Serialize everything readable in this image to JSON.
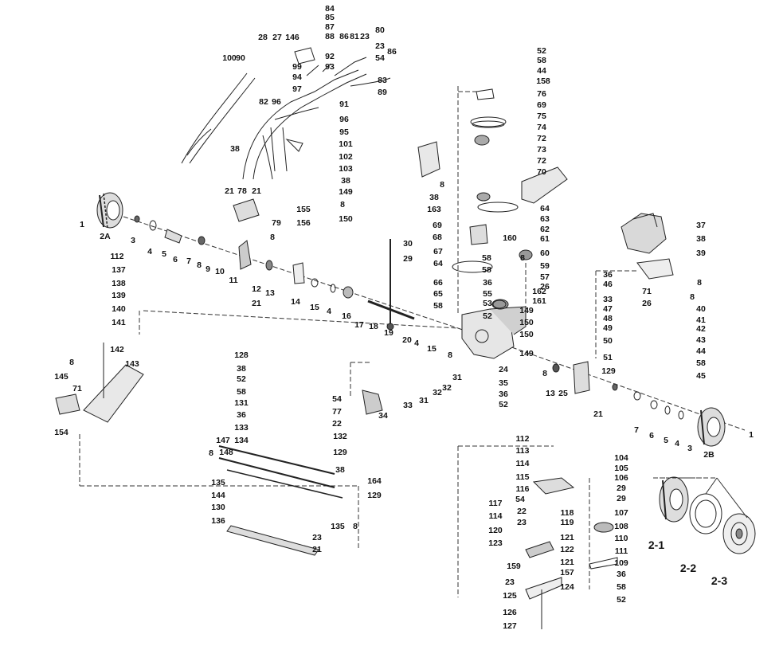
{
  "labels": {
    "l84": "84",
    "l85": "85",
    "l87": "87",
    "l88": "88",
    "l28": "28",
    "l27": "27",
    "l146": "146",
    "l86a": "86",
    "l81": "81",
    "l23a": "23",
    "l80": "80",
    "l23b": "23",
    "l54a": "54",
    "l86b": "86",
    "l100": "100",
    "l90": "90",
    "l99": "99",
    "l94": "94",
    "l97": "97",
    "l92": "92",
    "l93": "93",
    "l83": "83",
    "l89": "89",
    "l82": "82",
    "l96a": "96",
    "l91": "91",
    "l96b": "96",
    "l95": "95",
    "l101": "101",
    "l102": "102",
    "l103": "103",
    "l38a": "38",
    "l38b": "38",
    "l149a": "149",
    "l8a": "8",
    "l150a": "150",
    "l155": "155",
    "l156": "156",
    "l21a": "21",
    "l78": "78",
    "l21b": "21",
    "l52a": "52",
    "l58a": "58",
    "l44a": "44",
    "l158": "158",
    "l76": "76",
    "l69a": "69",
    "l75": "75",
    "l74": "74",
    "l72a": "72",
    "l73": "73",
    "l72b": "72",
    "l70": "70",
    "l8b": "8",
    "l38c": "38",
    "l163": "163",
    "l69b": "69",
    "l68": "68",
    "l64a": "64",
    "l63": "63",
    "l62": "62",
    "l61": "61",
    "l60": "60",
    "l160": "160",
    "l67": "67",
    "l58b": "58",
    "l64b": "64",
    "l58c": "58",
    "l8c": "8",
    "l59": "59",
    "l66": "66",
    "l36a": "36",
    "l57": "57",
    "l26a": "26",
    "l65": "65",
    "l55": "55",
    "l58d": "58",
    "l53": "53",
    "l52b": "52",
    "l162": "162",
    "l161": "161",
    "l149b": "149",
    "l150b": "150",
    "l150c": "150",
    "l149c": "149",
    "l37": "37",
    "l38d": "38",
    "l39": "39",
    "l36b": "36",
    "l46": "46",
    "l8d": "8",
    "l33a": "33",
    "l71a": "71",
    "l47": "47",
    "l26b": "26",
    "l48": "48",
    "l8e": "8",
    "l40": "40",
    "l41": "41",
    "l49": "49",
    "l50": "50",
    "l42": "42",
    "l43": "43",
    "l51": "51",
    "l44b": "44",
    "l58e": "58",
    "l45": "45",
    "l1a": "1",
    "l2A": "2A",
    "l3a": "3",
    "l4a": "4",
    "l5a": "5",
    "l6a": "6",
    "l7a": "7",
    "l8f": "8",
    "l9": "9",
    "l10": "10",
    "l11": "11",
    "l12": "12",
    "l13a": "13",
    "l21c": "21",
    "l14": "14",
    "l15a": "15",
    "l4b": "4",
    "l16": "16",
    "l17": "17",
    "l18": "18",
    "l19": "19",
    "l30": "30",
    "l29a": "29",
    "l20": "20",
    "l4c": "4",
    "l15b": "15",
    "l8g": "8",
    "l79": "79",
    "l8h": "8",
    "l112a": "112",
    "l137": "137",
    "l138": "138",
    "l139": "139",
    "l140": "140",
    "l141": "141",
    "l142": "142",
    "l143": "143",
    "l8i": "8",
    "l145": "145",
    "l71b": "71",
    "l154": "154",
    "l128": "128",
    "l38e": "38",
    "l52c": "52",
    "l58f": "58",
    "l131": "131",
    "l36c": "36",
    "l133": "133",
    "l147": "147",
    "l134": "134",
    "l8j": "8",
    "l148": "148",
    "l135a": "135",
    "l144": "144",
    "l130": "130",
    "l136": "136",
    "l54b": "54",
    "l77": "77",
    "l22a": "22",
    "l132": "132",
    "l129a": "129",
    "l38f": "38",
    "l164": "164",
    "l129b": "129",
    "l135b": "135",
    "l8k": "8",
    "l23c": "23",
    "l21d": "21",
    "l34": "34",
    "l33b": "33",
    "l31a": "31",
    "l32a": "32",
    "l31b": "31",
    "l32b": "32",
    "l35": "35",
    "l36d": "36",
    "l52d": "52",
    "l24": "24",
    "l8l": "8",
    "l13b": "13",
    "l25": "25",
    "l21e": "21",
    "l129c": "129",
    "l7b": "7",
    "l6b": "6",
    "l5b": "5",
    "l4d": "4",
    "l3b": "3",
    "l2B": "2B",
    "l1b": "1",
    "l2_1": "2-1",
    "l2_2": "2-2",
    "l2_3": "2-3",
    "l112b": "112",
    "l113": "113",
    "l114a": "114",
    "l115": "115",
    "l116": "116",
    "l117": "117",
    "l54c": "54",
    "l22b": "22",
    "l114b": "114",
    "l23d": "23",
    "l120": "120",
    "l123": "123",
    "l159": "159",
    "l23e": "23",
    "l125": "125",
    "l126": "126",
    "l127": "127",
    "l118": "118",
    "l119": "119",
    "l121a": "121",
    "l122": "122",
    "l121b": "121",
    "l157": "157",
    "l124": "124",
    "l104": "104",
    "l105": "105",
    "l106": "106",
    "l29b": "29",
    "l29c": "29",
    "l107": "107",
    "l108": "108",
    "l110": "110",
    "l111": "111",
    "l109": "109",
    "l36e": "36",
    "l58g": "58",
    "l52e": "52"
  }
}
